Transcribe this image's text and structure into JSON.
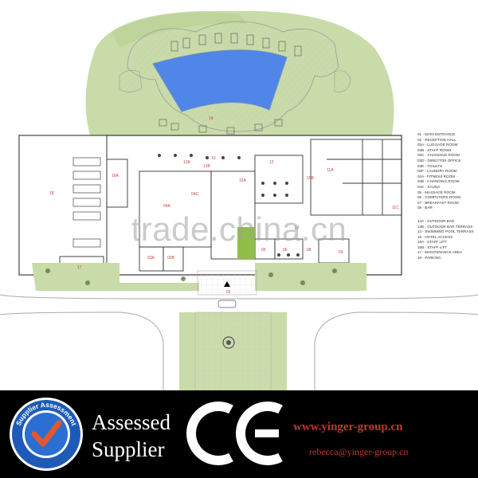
{
  "plan": {
    "room_labels": [
      "14",
      "12",
      "13B",
      "13A",
      "15A",
      "15B",
      "10",
      "11A",
      "11C",
      "16A",
      "18",
      "17",
      "04A",
      "04C",
      "03B",
      "03A",
      "05",
      "06",
      "07",
      "08",
      "09",
      "01"
    ],
    "legend": [
      "01 - MAIN ENTRANCE",
      "02 - RECEPTION HALL",
      "03A - LUGGAGE ROOM",
      "03B - STAFF ROOM",
      "03C - CHANGING ROOM",
      "03D - DIRECTOR OFFICE",
      "03E - TOILETS",
      "03F - LAUNDRY ROOM",
      "04A - FITNESS ROOM",
      "04B - CHANGING ROOM",
      "04C - SAUNA",
      "05 - MASSAGE ROOM",
      "06 - COMPUTERS ROOM",
      "07 - BREAKFAST ROOM",
      "08 - BAR",
      "13A - OUTDOOR BAR",
      "13B - OUTDOOR BAR TERRASS",
      "14 - SWIMMING POOL TERRASS",
      "15 - HOTEL ACCESS",
      "16A - STAFF LIFT",
      "16B - STAFF LIFT",
      "17 - MAINTENANCE AREA",
      "18 - PARKING"
    ],
    "colors": {
      "grass": "#c9dba8",
      "pool": "#4f86e8",
      "hatch": "#bdbdbd",
      "walls": "#333333"
    }
  },
  "watermark": {
    "prefix": "trade",
    "dot": ".",
    "suffix": "china.cn"
  },
  "banner": {
    "badge_text": "Supplier Assessment",
    "title_line1": "Assessed",
    "title_line2": "Supplier",
    "mark": "CE",
    "url": "www.yinger-group.cn",
    "email": "rebecca@yinger-group.cn"
  }
}
